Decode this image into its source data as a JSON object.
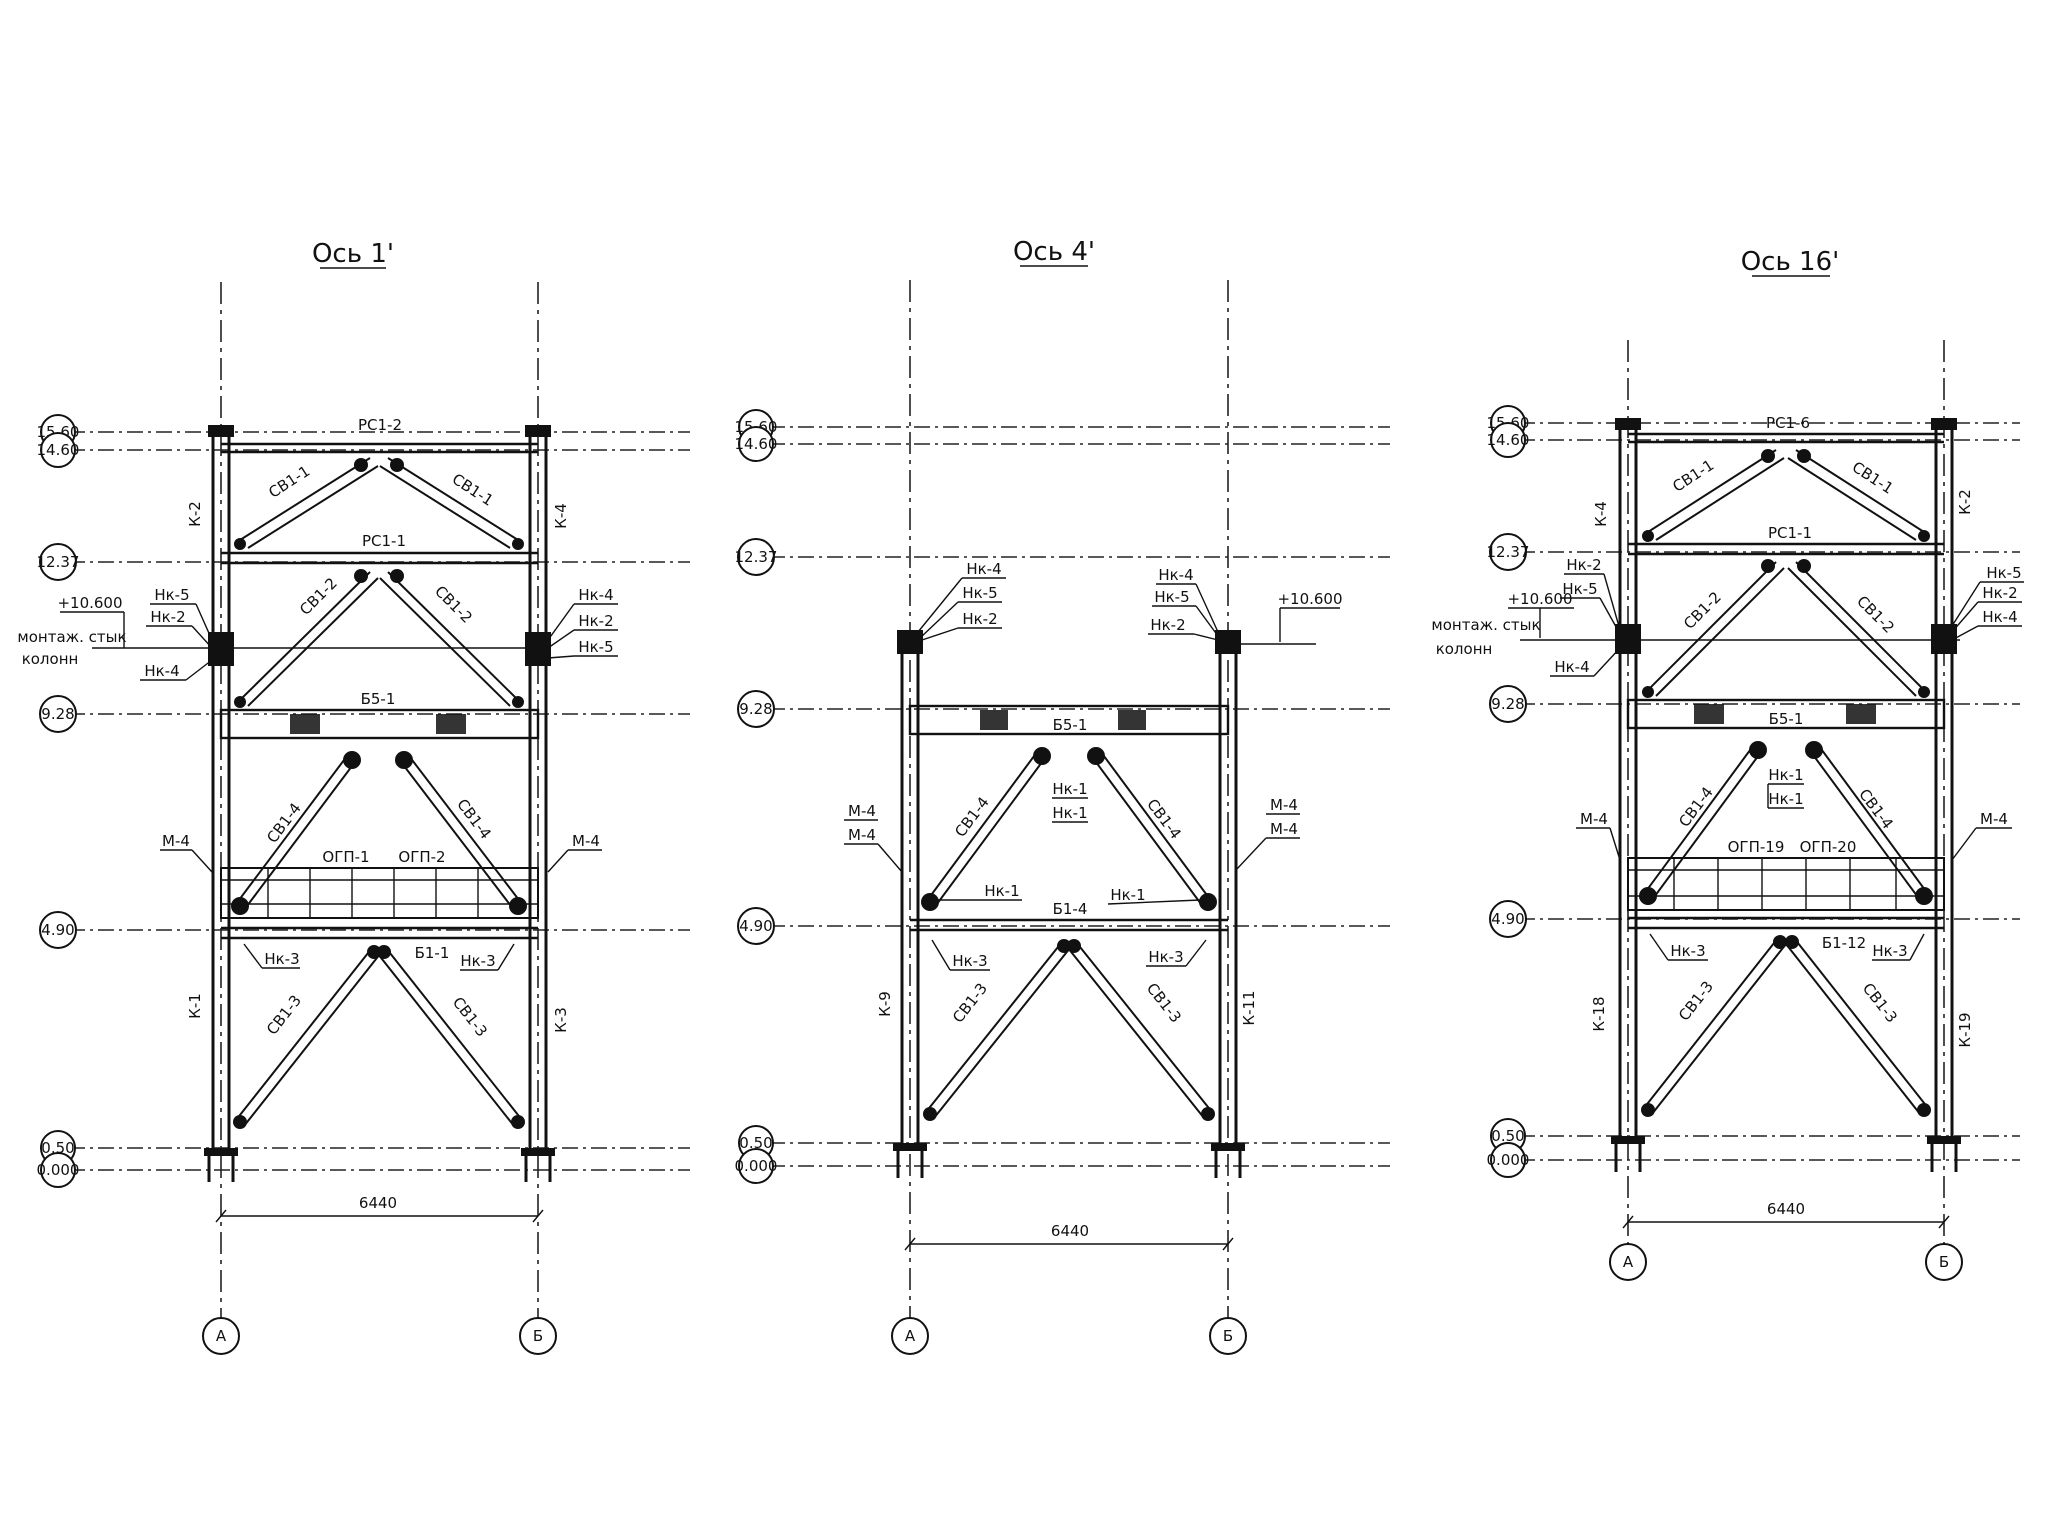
{
  "elevations": [
    {
      "id": "Ось 1'",
      "title": "Ось 1'",
      "axis_left": "А",
      "axis_right": "Б",
      "dimension": "6440",
      "levels": {
        "top": "15.60",
        "second": "14.60",
        "upper": "12.37",
        "mid": "9.28",
        "low": "4.90",
        "base": "0.50",
        "zero": "0.000"
      },
      "col_left_upper": "К-2",
      "col_right_upper": "К-4",
      "col_left_lower": "К-1",
      "col_right_lower": "К-3",
      "top_beam": "РС1-2",
      "upper_beam": "РС1-1",
      "mid_beam": "Б5-1",
      "low_beam": "Б1-1",
      "brace_top_l": "СВ1-1",
      "brace_top_r": "СВ1-1",
      "brace_mid_l": "СВ1-2",
      "brace_mid_r": "СВ1-2",
      "brace_low_l": "СВ1-4",
      "brace_low_r": "СВ1-4",
      "brace_base_l": "СВ1-3",
      "brace_base_r": "СВ1-3",
      "grating_1": "ОГП-1",
      "grating_2": "ОГП-2",
      "nk_left": [
        "Нк-5",
        "Нк-2",
        "Нк-4"
      ],
      "nk_right": [
        "Нк-4",
        "Нк-2",
        "Нк-5"
      ],
      "mark": "+10.600",
      "note_line1": "монтаж. стык",
      "note_line2": "колонн",
      "m_left": "М-4",
      "m_right": "М-4",
      "nk3_left": "Нк-3",
      "nk3_right": "Нк-3"
    },
    {
      "id": "Ось 4'",
      "title": "Ось 4'",
      "axis_left": "А",
      "axis_right": "Б",
      "dimension": "6440",
      "levels": {
        "top": "15.60",
        "second": "14.60",
        "upper": "12.37",
        "mid": "9.28",
        "low": "4.90",
        "base": "0.50",
        "zero": "0.000"
      },
      "col_left_lower": "К-9",
      "col_right_lower": "К-11",
      "mid_beam": "Б5-1",
      "low_beam": "Б1-4",
      "brace_low_l": "СВ1-4",
      "brace_low_r": "СВ1-4",
      "brace_base_l": "СВ1-3",
      "brace_base_r": "СВ1-3",
      "nk_left": [
        "Нк-4",
        "Нк-5",
        "Нк-2"
      ],
      "nk_right": [
        "Нк-4",
        "Нк-5",
        "Нк-2"
      ],
      "mark": "+10.600",
      "nk1_a": "Нк-1",
      "nk1_b": "Нк-1",
      "nk1_c": "Нк-1",
      "nk1_d": "Нк-1",
      "m_left": [
        "М-4",
        "М-4"
      ],
      "m_right": [
        "М-4",
        "М-4"
      ],
      "nk3_left": "Нк-3",
      "nk3_right": "Нк-3"
    },
    {
      "id": "Ось 16'",
      "title": "Ось 16'",
      "axis_left": "А",
      "axis_right": "Б",
      "dimension": "6440",
      "levels": {
        "top": "15.60",
        "second": "14.60",
        "upper": "12.37",
        "mid": "9.28",
        "low": "4.90",
        "base": "0.50",
        "zero": "0.000"
      },
      "col_left_upper": "К-4",
      "col_right_upper": "К-2",
      "col_left_lower": "К-18",
      "col_right_lower": "К-19",
      "top_beam": "РС1-6",
      "upper_beam": "РС1-1",
      "mid_beam": "Б5-1",
      "low_beam": "Б1-12",
      "brace_top_l": "СВ1-1",
      "brace_top_r": "СВ1-1",
      "brace_mid_l": "СВ1-2",
      "brace_mid_r": "СВ1-2",
      "brace_low_l": "СВ1-4",
      "brace_low_r": "СВ1-4",
      "brace_base_l": "СВ1-3",
      "brace_base_r": "СВ1-3",
      "grating_1": "ОГП-19",
      "grating_2": "ОГП-20",
      "nk_left": [
        "Нк-2",
        "Нк-5",
        "Нк-4"
      ],
      "nk_right": [
        "Нк-5",
        "Нк-2",
        "Нк-4"
      ],
      "mark": "+10.600",
      "note_line1": "монтаж. стык",
      "note_line2": "колонн",
      "nk1_a": "Нк-1",
      "nk1_b": "Нк-1",
      "m_left": "М-4",
      "m_right": "М-4",
      "nk3_left": "Нк-3",
      "nk3_right": "Нк-3"
    }
  ]
}
